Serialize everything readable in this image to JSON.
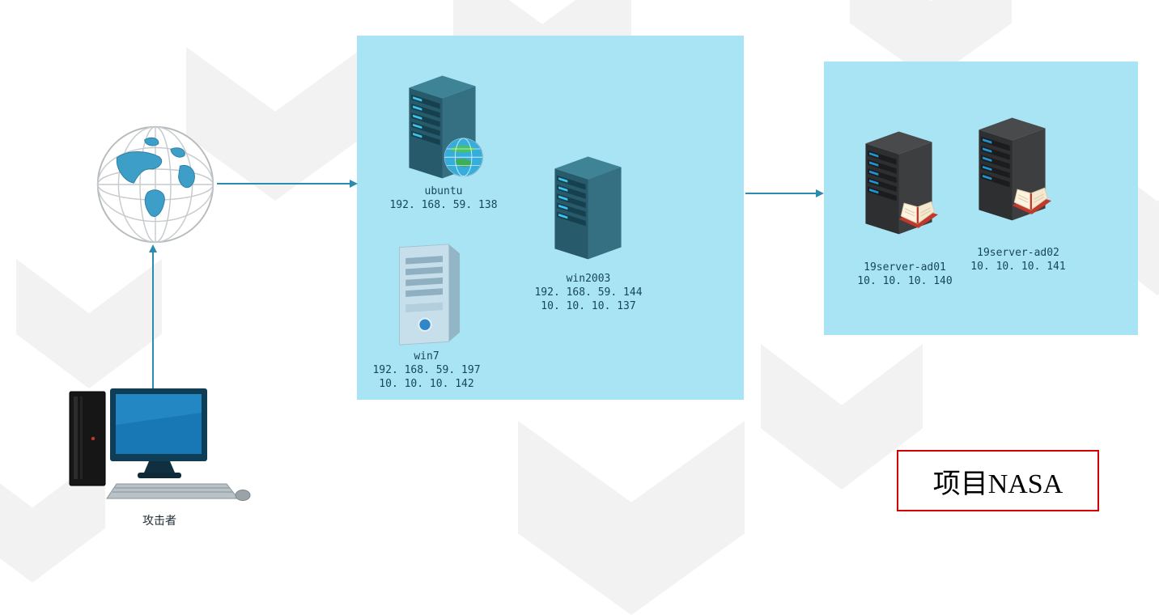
{
  "attacker": {
    "label": "攻击者"
  },
  "nodes": {
    "ubuntu": {
      "name": "ubuntu",
      "ip1": "192. 168. 59. 138"
    },
    "win2003": {
      "name": "win2003",
      "ip1": "192. 168. 59. 144",
      "ip2": "10. 10. 10. 137"
    },
    "win7": {
      "name": "win7",
      "ip1": "192. 168. 59. 197",
      "ip2": "10. 10. 10. 142"
    },
    "ad01": {
      "name": "19server-ad01",
      "ip1": "10. 10. 10. 140"
    },
    "ad02": {
      "name": "19server-ad02",
      "ip1": "10. 10. 10. 141"
    }
  },
  "project_box": {
    "title": "项目NASA"
  },
  "colors": {
    "zone_bg": "#a9e4f5",
    "arrow": "#2b8cab",
    "label_text": "#17465a",
    "project_border": "#d40000",
    "project_text": "#000000",
    "server_teal": "#275a6b",
    "server_dark": "#2d2f31",
    "led_cyan": "#3cc6ef"
  },
  "icons": {
    "internet": "globe-icon",
    "attacker": "desktop-computer-icon",
    "ubuntu": "server-with-globe-badge-icon",
    "win2003": "server-icon",
    "win7": "tower-pc-icon",
    "ad01": "server-with-book-icon",
    "ad02": "server-with-book-icon"
  }
}
